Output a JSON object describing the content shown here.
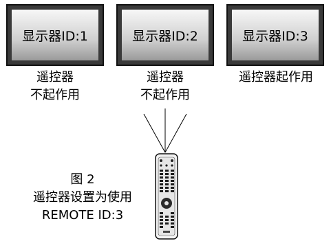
{
  "displays": [
    {
      "label": "显示器ID:1",
      "status": [
        "遥控器",
        "不起作用"
      ]
    },
    {
      "label": "显示器ID:2",
      "status": [
        "遥控器",
        "不起作用"
      ]
    },
    {
      "label": "显示器ID:3",
      "status": [
        "遥控器起作用"
      ]
    }
  ],
  "figure": {
    "number": "图 2",
    "caption_line1": "遥控器设置为使用",
    "caption_line2": "REMOTE ID:3"
  }
}
